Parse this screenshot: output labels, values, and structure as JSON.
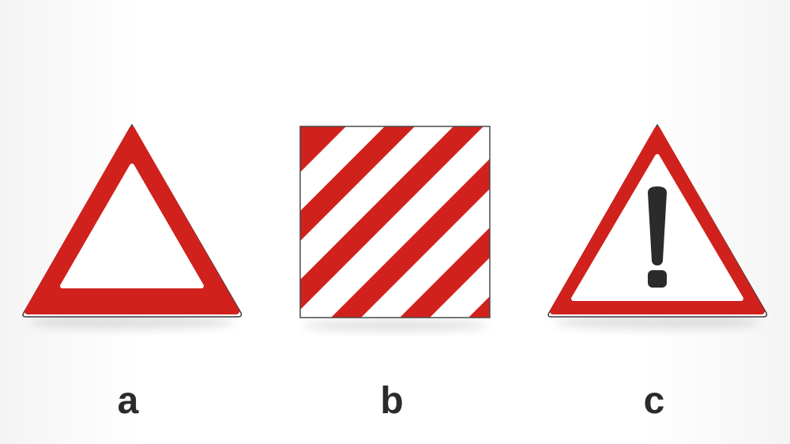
{
  "labels": {
    "a": "a",
    "b": "b",
    "c": "c"
  },
  "signs": [
    {
      "id": "a",
      "shape": "triangle",
      "border_color": "#d0211c",
      "fill": "#ffffff",
      "symbol": "none"
    },
    {
      "id": "b",
      "shape": "square",
      "stripe_color": "#d0211c",
      "fill": "#ffffff",
      "pattern": "diagonal-stripes"
    },
    {
      "id": "c",
      "shape": "triangle",
      "border_color": "#d0211c",
      "fill": "#ffffff",
      "symbol": "exclamation-mark",
      "symbol_color": "#2b2b2b"
    }
  ],
  "colors": {
    "red": "#d0211c",
    "dark": "#2b2b2b",
    "background": "#ffffff"
  }
}
